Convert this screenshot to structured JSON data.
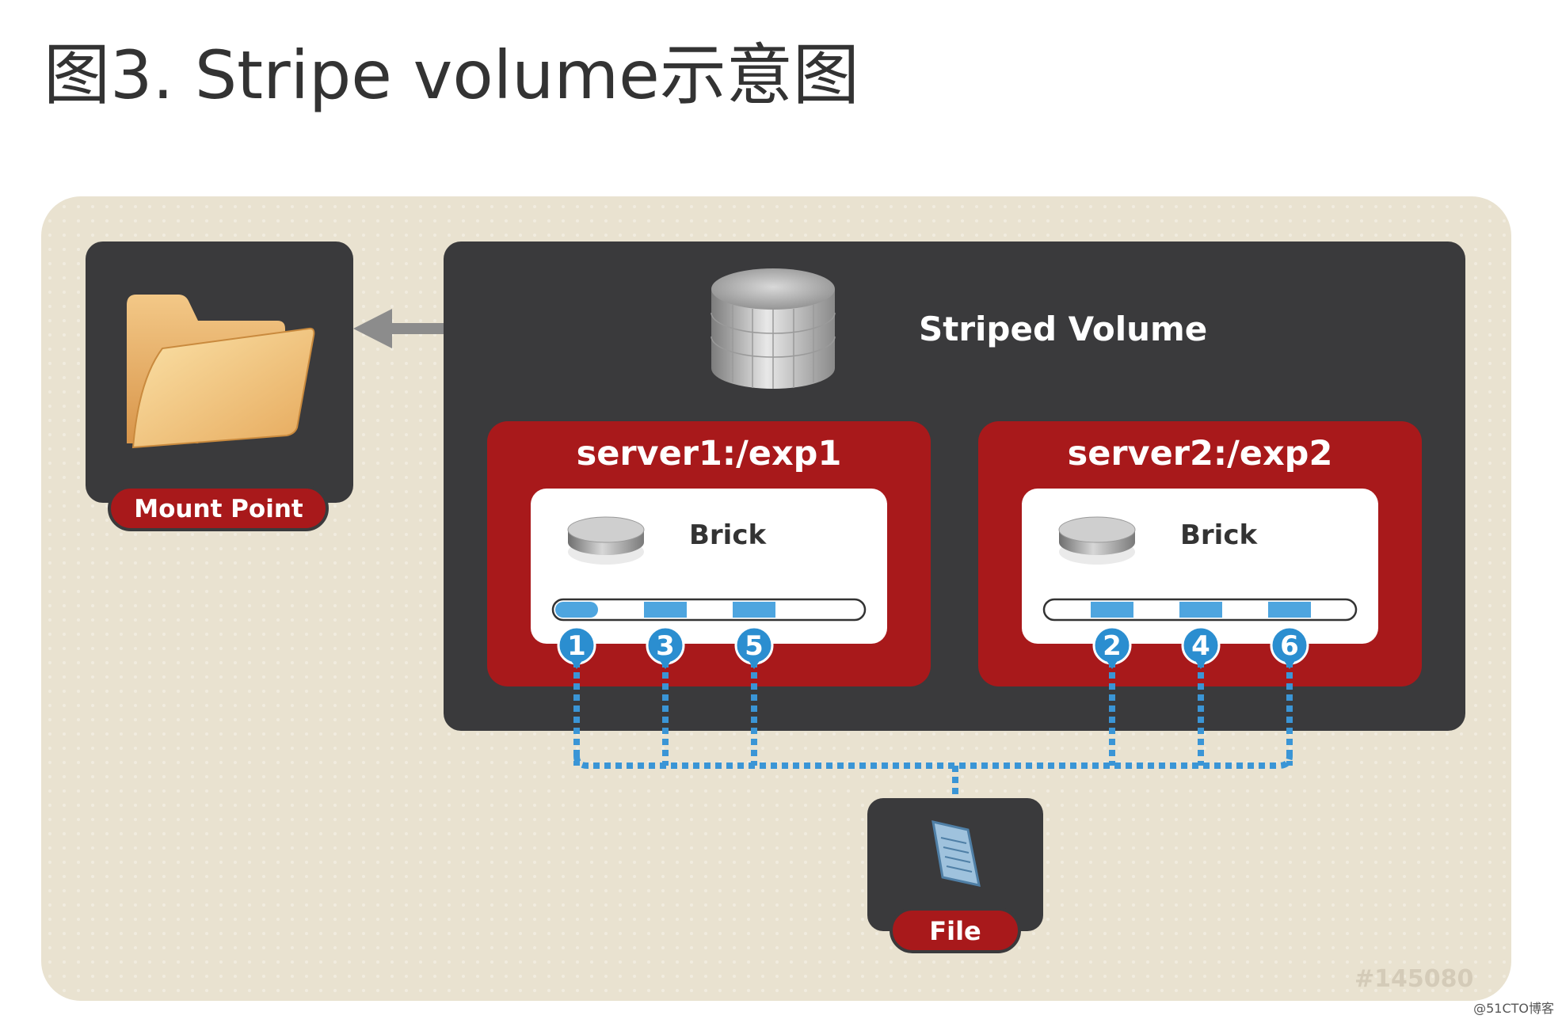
{
  "page": {
    "title": "图3. Stripe volume示意图"
  },
  "diagram": {
    "volume_label": "Striped Volume",
    "mount_label": "Mount Point",
    "file_label": "File",
    "servers": [
      {
        "name": "server1:/exp1",
        "brick_label": "Brick",
        "stripes": [
          "1",
          "3",
          "5"
        ]
      },
      {
        "name": "server2:/exp2",
        "brick_label": "Brick",
        "stripes": [
          "2",
          "4",
          "6"
        ]
      }
    ],
    "watermark_id": "#145080"
  },
  "credit": "@51CTO博客",
  "colors": {
    "background": "#e9e2d0",
    "panel": "#3a3a3c",
    "server_red": "#a8191b",
    "stripe_blue": "#2b8ed0",
    "folder": "#f2c078"
  }
}
